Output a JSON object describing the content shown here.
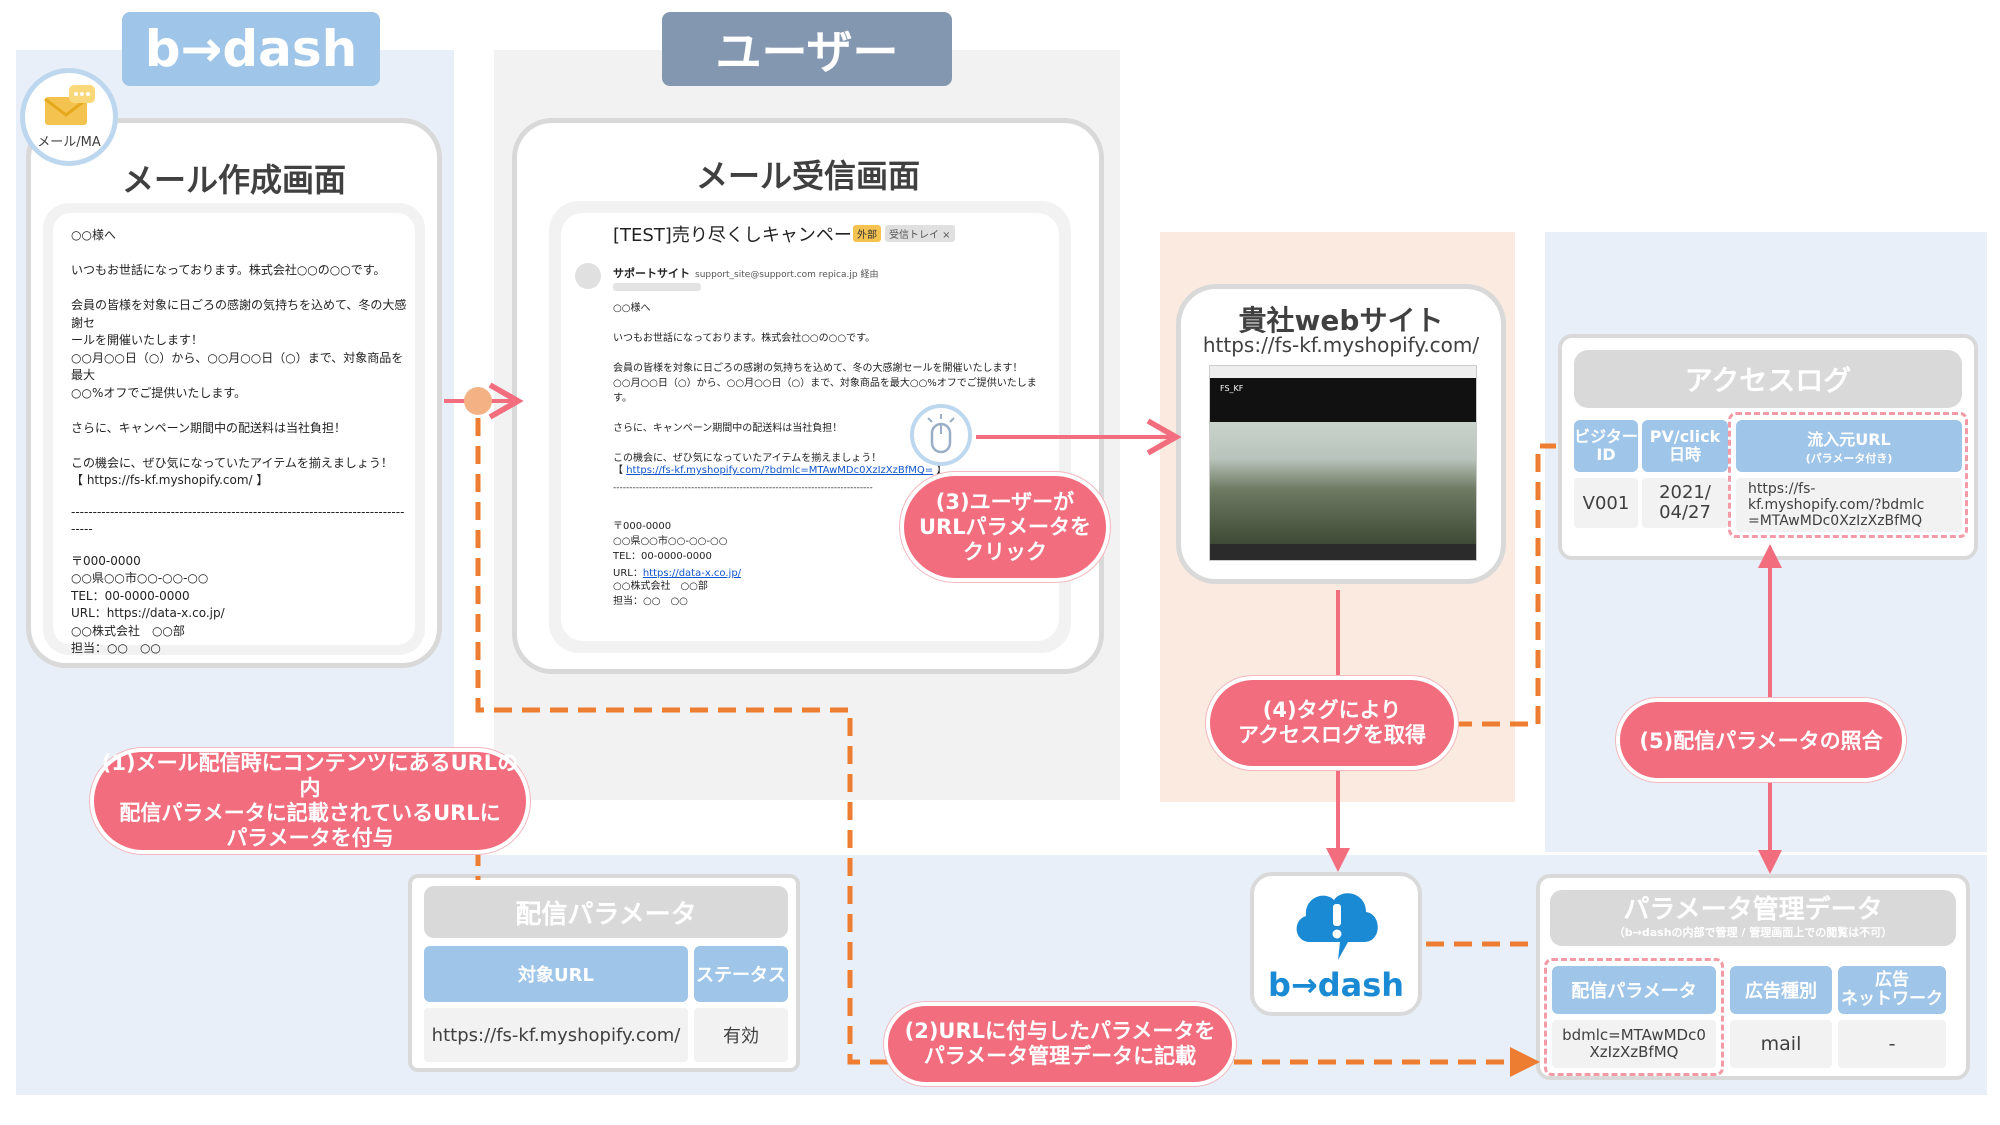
{
  "headers": {
    "bdash": "b→dash",
    "user": "ユーザー"
  },
  "badge": {
    "label": "メール/MA"
  },
  "compose": {
    "title": "メール作成画面",
    "body": "○○様へ\n\nいつもお世話になっております。株式会社○○の○○です。\n\n会員の皆様を対象に日ごろの感謝の気持ちを込めて、冬の大感謝セ\nールを開催いたします！\n○○月○○日（○）から、○○月○○日（○）まで、対象商品を最大\n○○%オフでご提供いたします。\n\nさらに、キャンペーン期間中の配送料は当社負担！\n\nこの機会に、ぜひ気になっていたアイテムを揃えましょう！\n【 https://fs-kf.myshopify.com/ 】",
    "divider": "-----------------------------------------------------------------------------\n-----",
    "footer": "〒000-0000\n○○県○○市○○-○○-○○\nTEL：00-0000-0000\nURL：https://data-x.co.jp/\n○○株式会社　○○部\n担当：○○　○○"
  },
  "inbox": {
    "title": "メール受信画面",
    "subject": "[TEST]売り尽くしキャンペーン",
    "tag_external": "外部",
    "tag_inbox": "受信トレイ ×",
    "sender_name": "サポートサイト",
    "sender_email": "support_site@support.com repica.jp 経由",
    "body": "○○様へ\n\nいつもお世話になっております。株式会社○○の○○です。\n\n会員の皆様を対象に日ごろの感謝の気持ちを込めて、冬の大感謝セールを開催いたします！\n○○月○○日（○）から、○○月○○日（○）まで、対象商品を最大○○%オフでご提供いたします。\n\nさらに、キャンペーン期間中の配送料は当社負担！\n\nこの機会に、ぜひ気になっていたアイテムを揃えましょう！",
    "link_open": "【 ",
    "link": "https://fs-kf.myshopify.com/?bdmlc=MTAwMDc0XzIzXzBfMQ=",
    "link_close": " 】",
    "divider": "--------------------------------------------------------------------------------",
    "footer_1": "〒000-0000\n○○県○○市○○-○○-○○\nTEL：00-0000-0000",
    "footer_url_label": "URL：",
    "footer_url": "https://data-x.co.jp/",
    "footer_2": "○○株式会社　○○部\n担当：○○　○○"
  },
  "website": {
    "title": "貴社webサイト",
    "url": "https://fs-kf.myshopify.com/",
    "shop_name": "FS_KF"
  },
  "access_log": {
    "title": "アクセスログ",
    "headers": [
      "ビジター\nID",
      "PV/click\n日時",
      "流入元URL",
      "(パラメータ付き)"
    ],
    "row": [
      "V001",
      "2021/\n04/27",
      "https://fs-\nkf.myshopify.com/?bdmlc\n=MTAwMDc0XzIzXzBfMQ"
    ]
  },
  "param_table": {
    "title": "配信パラメータ",
    "headers": [
      "対象URL",
      "ステータス"
    ],
    "row": [
      "https://fs-kf.myshopify.com/",
      "有効"
    ]
  },
  "param_mgmt": {
    "title": "パラメータ管理データ",
    "subtitle": "（b→dashの内部で管理 / 管理画面上での閲覧は不可）",
    "headers": [
      "配信パラメータ",
      "広告種別",
      "広告\nネットワーク"
    ],
    "row": [
      "bdmlc=MTAwMDc0\nXzIzXzBfMQ",
      "mail",
      "-"
    ]
  },
  "steps": {
    "s1": "(1)メール配信時にコンテンツにあるURLの内\n配信パラメータに記載されているURLに\nパラメータを付与",
    "s2": "(2)URLに付与したパラメータを\nパラメータ管理データに記載",
    "s3": "(3)ユーザーが\nURLパラメータを\nクリック",
    "s4": "(4)タグにより\nアクセスログを取得",
    "s5": "(5)配信パラメータの照合"
  },
  "logo": {
    "text": "b→dash",
    "icon": "bdash-cloud-logo"
  },
  "colors": {
    "accent_pink": "#f26d7d",
    "arrow_orange": "#ed7d31",
    "header_blue": "#9fc5e8",
    "header_slate": "#8497b0"
  }
}
